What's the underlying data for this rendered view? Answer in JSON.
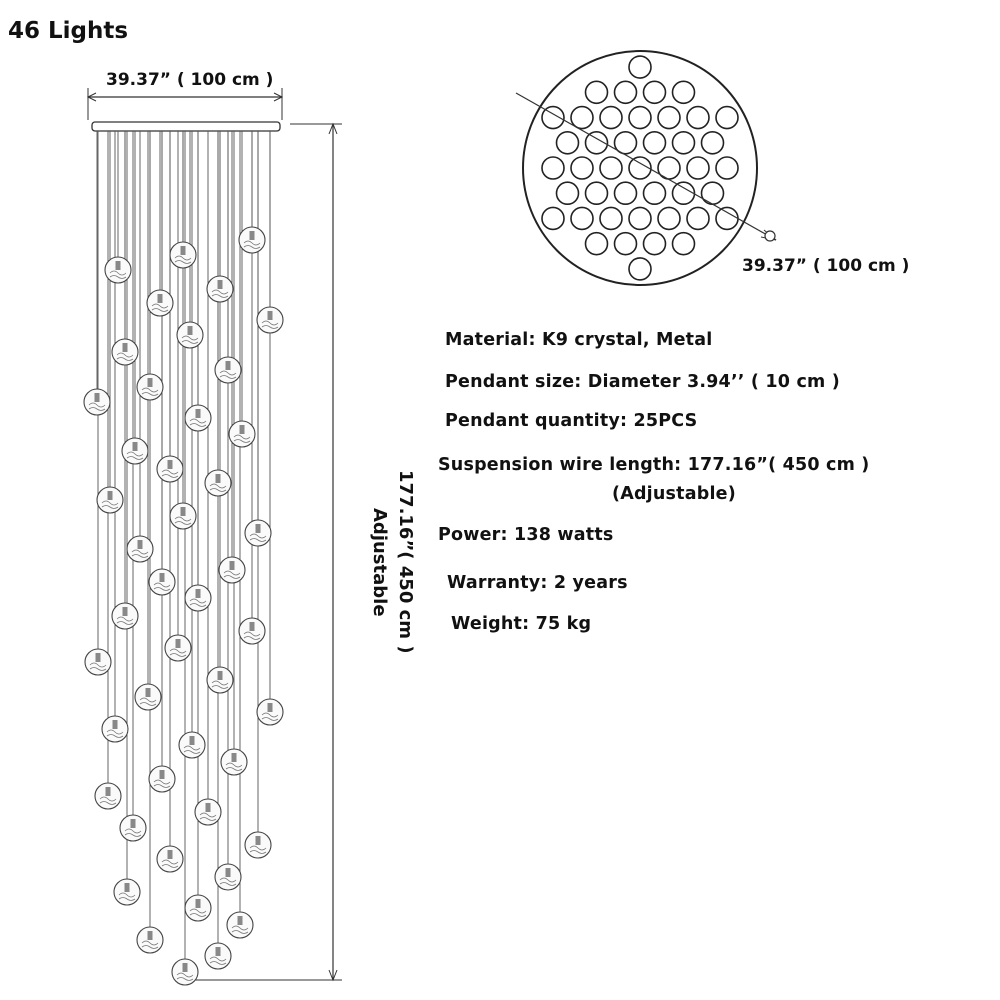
{
  "title": "46 Lights",
  "dimensions": {
    "top_width": "39.37” ( 100 cm )",
    "canopy_diameter": "39.37” ( 100 cm )",
    "height": "177.16”( 450 cm )",
    "height_note": "Adjustable"
  },
  "specs": {
    "material": "Material: K9 crystal, Metal",
    "pendant_size": "Pendant size: Diameter 3.94’’ ( 10 cm )",
    "pendant_quantity": "Pendant quantity: 25PCS",
    "wire_length": "Suspension wire length: 177.16”( 450 cm )",
    "wire_note": "(Adjustable)",
    "power": "Power: 138 watts",
    "warranty": "Warranty: 2 years",
    "weight": "Weight: 75 kg"
  }
}
